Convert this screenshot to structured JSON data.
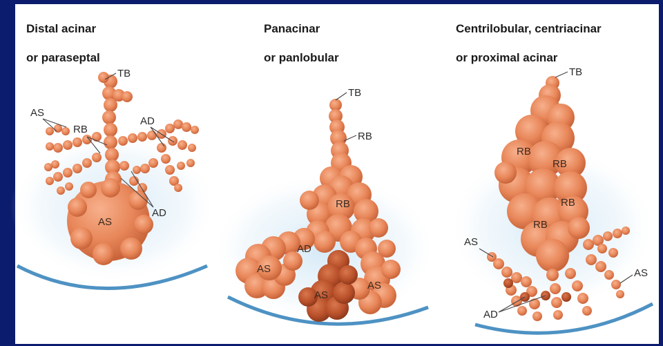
{
  "panels": [
    {
      "title_line1": "Distal acinar",
      "title_line2": "or paraseptal",
      "labels": {
        "tb": "TB",
        "as_top": "AS",
        "rb": "RB",
        "ad_top": "AD",
        "ad_bottom": "AD",
        "as_main": "AS"
      }
    },
    {
      "title_line1": "Panacinar",
      "title_line2": "or panlobular",
      "labels": {
        "tb": "TB",
        "rb_top": "RB",
        "rb_mid": "RB",
        "ad": "AD",
        "as_left": "AS",
        "as_center": "AS",
        "as_right": "AS"
      }
    },
    {
      "title_line1": "Centrilobular, centriacinar",
      "title_line2": "or proximal acinar",
      "labels": {
        "tb": "TB",
        "rb_1": "RB",
        "rb_2": "RB",
        "rb_3": "RB",
        "rb_4": "RB",
        "as_left": "AS",
        "as_right": "AS",
        "ad": "AD"
      }
    }
  ],
  "colors": {
    "background_frame": "#0b1b6e",
    "panel": "#ffffff",
    "tissue": "#e8875a",
    "tissue_dark": "#c4552c",
    "shadow_blue": "#9fc6e3"
  }
}
